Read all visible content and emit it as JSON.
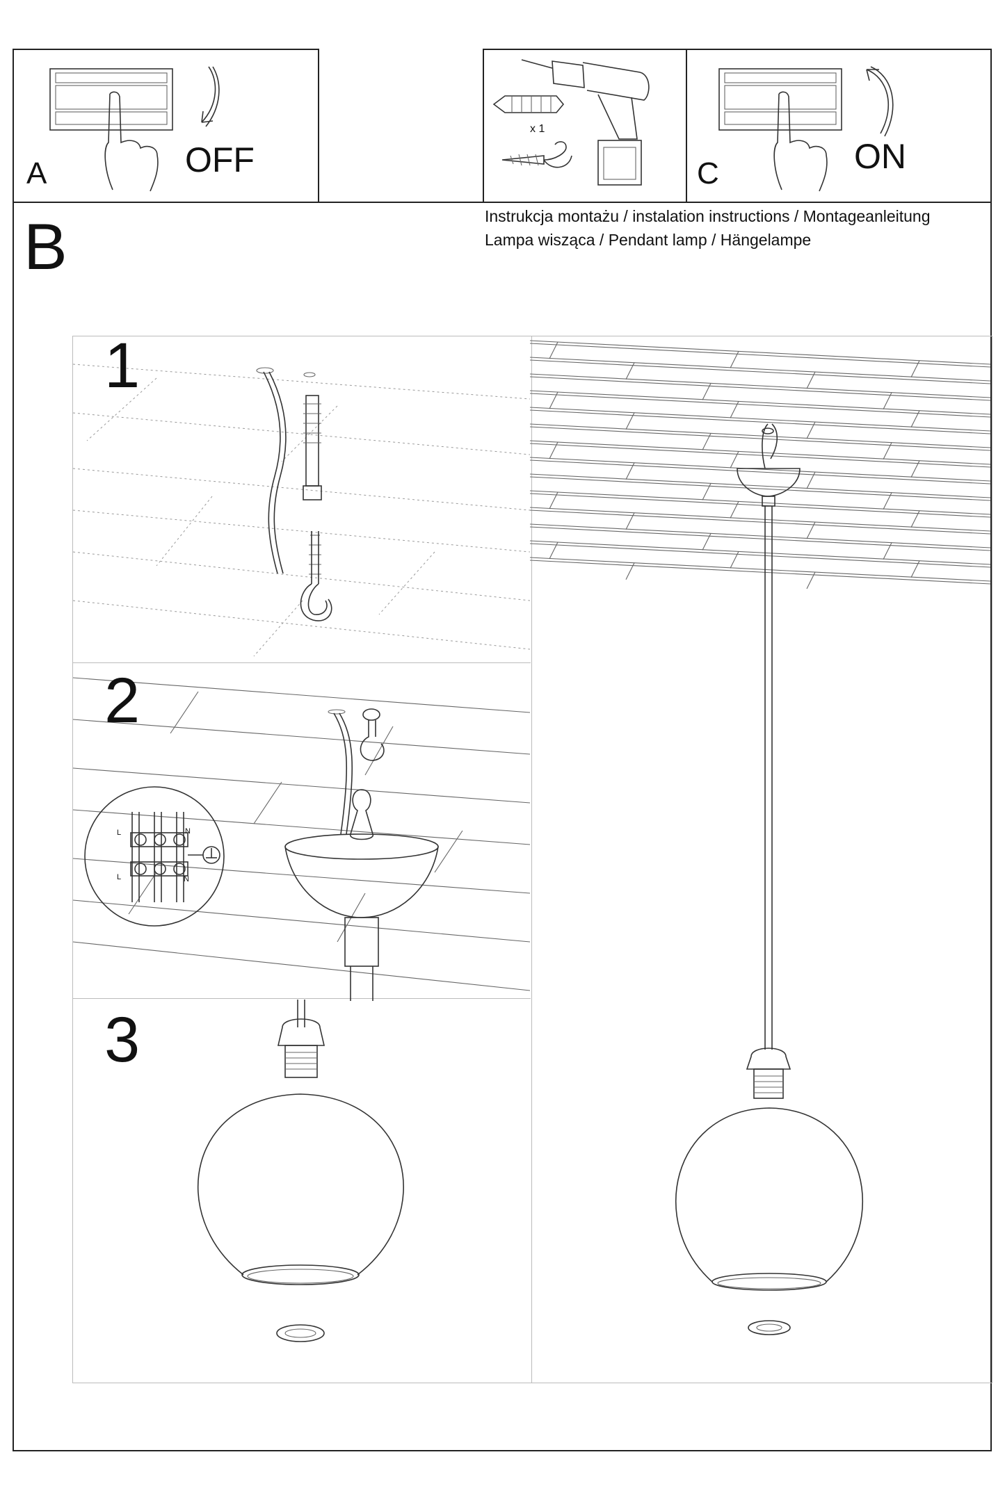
{
  "steps": {
    "a": {
      "letter": "A",
      "action": "OFF"
    },
    "c": {
      "letter": "C",
      "action": "ON"
    },
    "b": {
      "letter": "B"
    }
  },
  "tools": {
    "anchor_count": "x 1"
  },
  "header": {
    "line1": "Instrukcja montażu / instalation instructions / Montageanleitung",
    "line2": "Lampa wisząca / Pendant lamp / Hängelampe"
  },
  "panels": [
    {
      "number": "1"
    },
    {
      "number": "2"
    },
    {
      "number": "3"
    }
  ],
  "wiring": {
    "labels": [
      "L",
      "N",
      "L",
      "N"
    ]
  }
}
